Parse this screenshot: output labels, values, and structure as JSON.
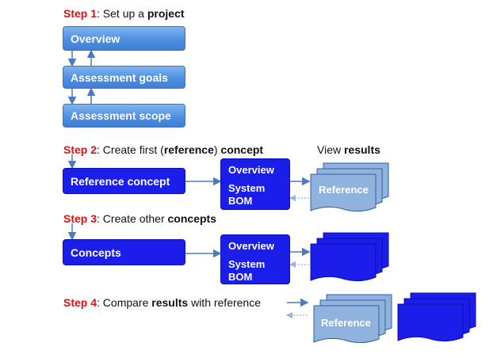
{
  "step1": {
    "num": "Step 1",
    "pre": ": Set up a ",
    "bold": "project"
  },
  "step1_boxes": {
    "overview": "Overview",
    "goals": "Assessment goals",
    "scope": "Assessment scope"
  },
  "step2": {
    "num": "Step 2",
    "pre": ": Create first (",
    "bold1": "reference",
    "mid": ") ",
    "bold2": "concept"
  },
  "view_results": {
    "pre": "View ",
    "bold": "results"
  },
  "step2_boxes": {
    "reference_concept": "Reference concept",
    "overview": "Overview",
    "system": "System",
    "bom": "BOM",
    "results_doc": "Reference"
  },
  "step3": {
    "num": "Step 3",
    "pre": ": Create other ",
    "bold": "concepts"
  },
  "step3_boxes": {
    "concepts": "Concepts",
    "overview": "Overview",
    "system": "System",
    "bom": "BOM"
  },
  "step4": {
    "num": "Step 4",
    "pre": ": Compare ",
    "bold": "results",
    "post": " with reference"
  },
  "step4_boxes": {
    "reference_doc": "Reference"
  },
  "colors": {
    "step_number": "#e01010",
    "light_box": "#4f90e2",
    "dark_box": "#1a1ee8",
    "doc_light": "#8fb3dc",
    "arrow": "#4a7bc0"
  }
}
